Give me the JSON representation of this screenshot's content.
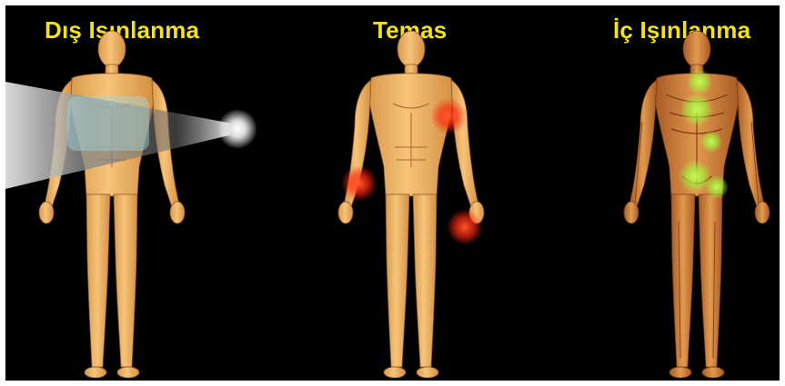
{
  "panels": [
    {
      "title": "Dış Işınlanma",
      "figure": "body-figure",
      "effect": "external-beam"
    },
    {
      "title": "Temas",
      "figure": "body-figure",
      "effect": "contact-spots"
    },
    {
      "title": "İç Işınlanma",
      "figure": "body-figure-internal",
      "effect": "internal-glow"
    }
  ],
  "colors": {
    "background": "#000000",
    "title": "#f2e21c",
    "skin": "#f0b86a",
    "skin_dark": "#c9843a",
    "contact_glow": "#ff3a1a",
    "internal_glow": "#9cff3a",
    "beam": "#9fd8e0"
  }
}
